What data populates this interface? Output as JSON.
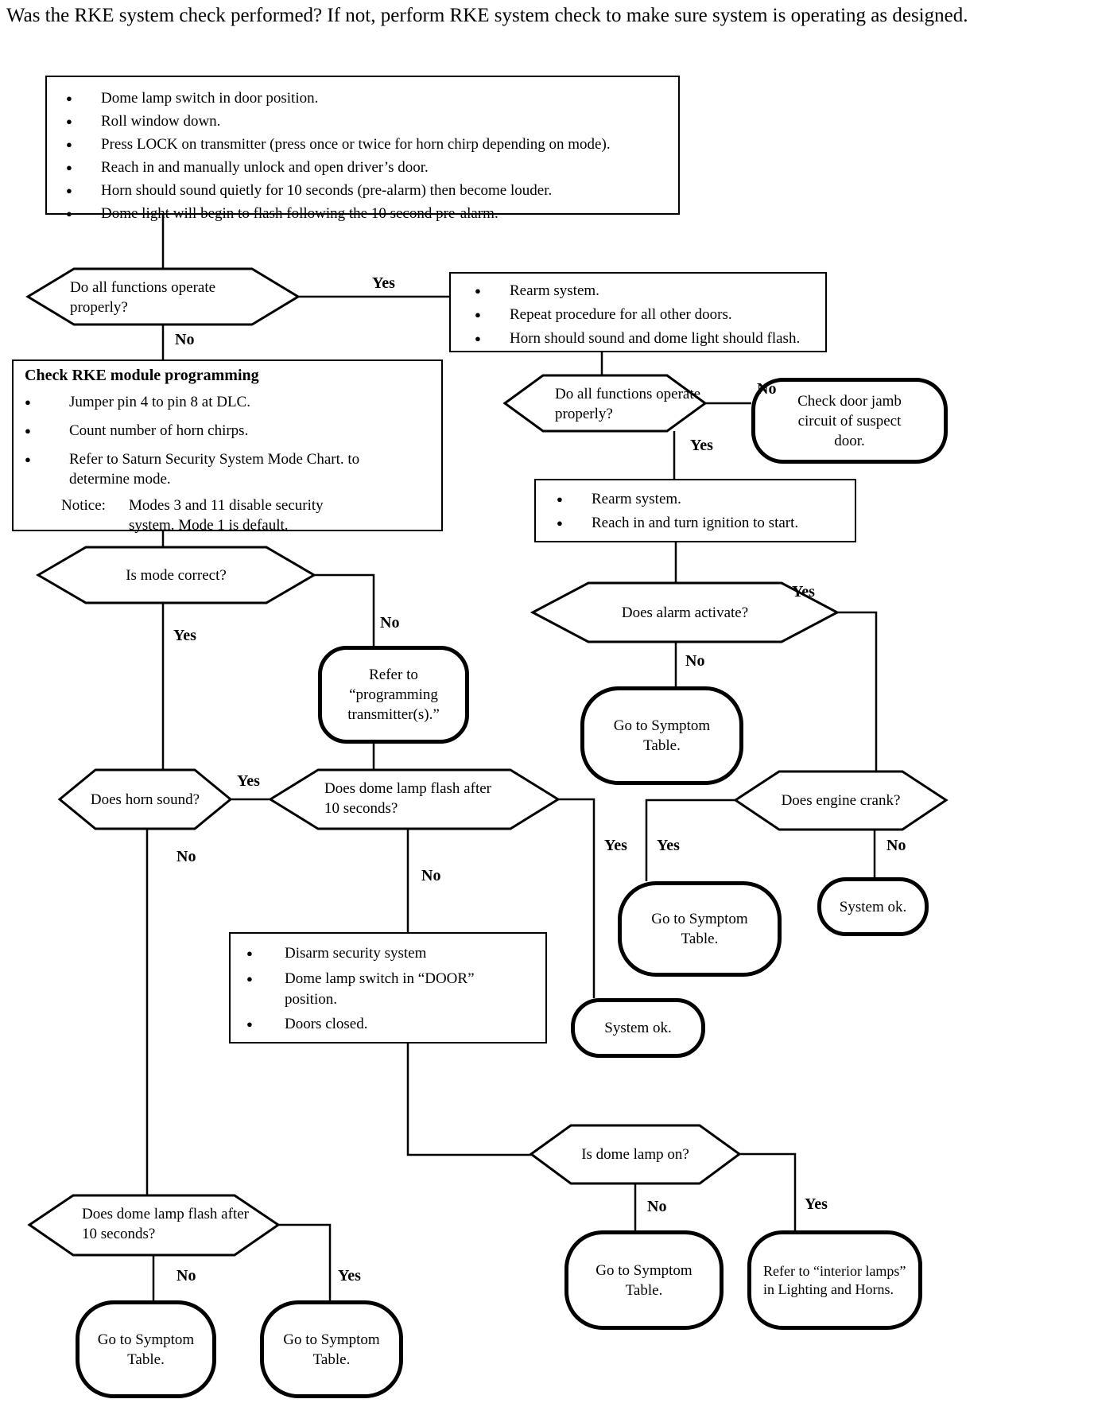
{
  "page": {
    "header": "Was the RKE system check performed? If not, perform RKE system check to make sure system is operating as designed."
  },
  "labels": {
    "yes": "Yes",
    "no": "No"
  },
  "nodes": {
    "procedure": {
      "items": [
        "Dome lamp switch in door position.",
        "Roll window down.",
        "Press LOCK on transmitter (press once or twice for horn chirp depending on mode).",
        "Reach in and manually unlock and open driver’s door.",
        "Horn should sound quietly for 10 seconds (pre-alarm) then become louder.",
        "Dome light will begin to flash following the 10 second pre-alarm."
      ]
    },
    "q_all_functions_1": {
      "text": "Do all functions operate properly?"
    },
    "rearm_all_doors": {
      "items": [
        "Rearm system.",
        "Repeat procedure for all other doors.",
        "Horn should sound and dome light should flash."
      ]
    },
    "check_rke": {
      "title": "Check RKE module programming",
      "items": [
        "Jumper pin 4 to pin 8 at DLC.",
        "Count number of horn chirps.",
        "Refer to Saturn Security System Mode Chart. to determine mode."
      ],
      "notice_label": "Notice:",
      "notice_text": "Modes 3 and 11 disable security system. Mode 1 is default."
    },
    "q_all_functions_2": {
      "text": "Do all functions operate properly?"
    },
    "check_door_jamb": {
      "text": "Check door jamb circuit of suspect door."
    },
    "rearm_ignition": {
      "items": [
        "Rearm system.",
        "Reach in and turn ignition to start."
      ]
    },
    "q_alarm": {
      "text": "Does alarm activate?"
    },
    "q_engine_crank": {
      "text": "Does engine crank?"
    },
    "q_mode": {
      "text": "Is mode correct?"
    },
    "refer_programming": {
      "text": "Refer to “programming transmitter(s).”"
    },
    "q_horn": {
      "text": "Does horn sound?"
    },
    "q_dome_flash": {
      "text": "Does dome lamp flash after 10 seconds?"
    },
    "disarm": {
      "items": [
        "Disarm security system",
        "Dome lamp switch in “DOOR” position.",
        "Doors closed."
      ]
    },
    "q_dome_on": {
      "text": "Is dome lamp on?"
    },
    "goto_symptom": {
      "text": "Go to Symptom Table."
    },
    "system_ok": {
      "text": "System ok."
    },
    "refer_interior": {
      "text": "Refer to “interior lamps” in Lighting and Horns."
    }
  }
}
